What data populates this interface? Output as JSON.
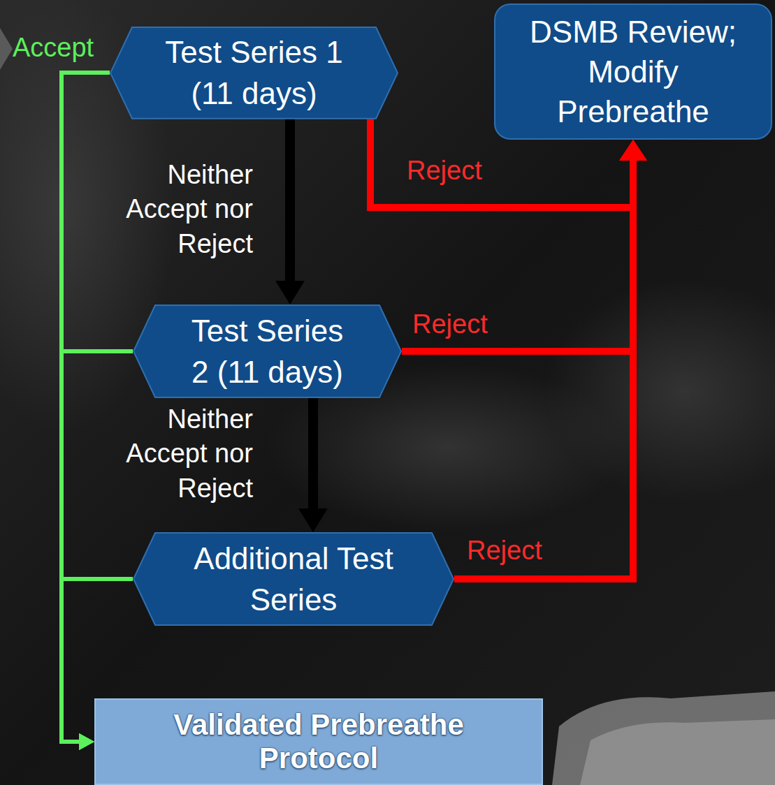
{
  "diagram": {
    "nodes": [
      {
        "text": [
          "Test Series 1 (11 days)"
        ]
      },
      {
        "text": [
          "DSMB Review; Modify Prebreathe"
        ]
      },
      {
        "text": [
          "Test Series 2 (11 days)"
        ]
      },
      {
        "text": [
          "Additional Test Series"
        ]
      },
      {
        "text": [
          "Validated Prebreathe Protocol"
        ]
      }
    ],
    "edges": [
      {
        "from": 0,
        "to": 2,
        "label": "Neither Accept nor Reject",
        "arrow": "to"
      },
      {
        "from": 2,
        "to": 3,
        "label": "Neither Accept nor Reject",
        "arrow": "to"
      },
      {
        "from": 0,
        "to": 1,
        "label": "Reject",
        "arrow": "to"
      },
      {
        "from": 2,
        "to": 1,
        "label": "Reject",
        "arrow": "to"
      },
      {
        "from": 3,
        "to": 1,
        "label": "Reject",
        "arrow": "to"
      },
      {
        "from": 0,
        "to": 4,
        "label": "Accept",
        "arrow": "to"
      },
      {
        "from": 2,
        "to": 4,
        "arrow": "to"
      },
      {
        "from": 3,
        "to": 4,
        "arrow": "to"
      }
    ]
  }
}
